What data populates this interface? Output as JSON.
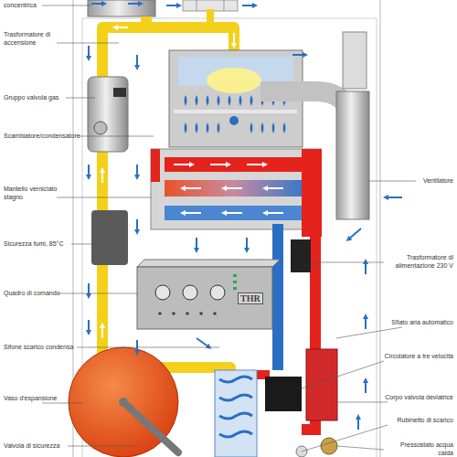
{
  "diagram": {
    "nodes": [
      {
        "text": [
          "THR"
        ]
      }
    ],
    "labels": [
      "concentrica",
      "Trasformatore di accensione",
      "Gruppo valvola gas",
      "Scambiatore/condensatore",
      "Mantello verniciato stagno",
      "Sicurezza fumi, 85°C",
      "Quadro di comando",
      "Sifone scarico condensa",
      "Vaso d'espansione",
      "Valvola di sicurezza",
      "Ventilatore",
      "Trasformatore di alimentazione 230 V",
      "Sfiato aria automatico",
      "Circolatore a tre velocità",
      "Corpo valvola deviatrice",
      "Rubinetto di scarico",
      "Pressostato acqua calda"
    ]
  }
}
